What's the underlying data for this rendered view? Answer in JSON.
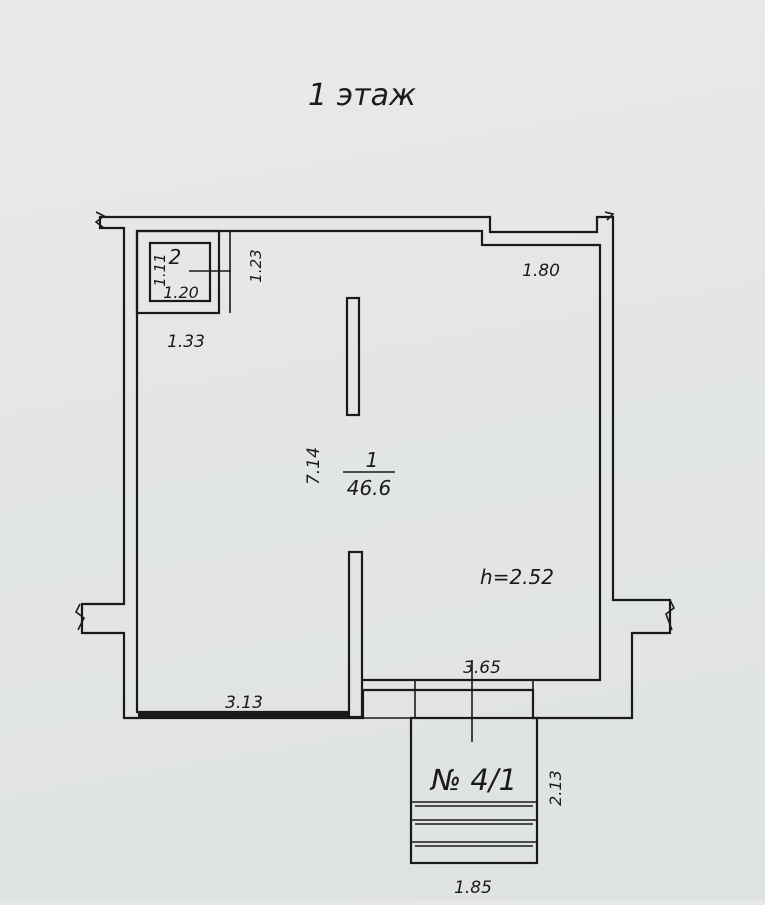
{
  "floor_title": "1 этаж",
  "rooms": [
    {
      "number": "1",
      "area": "46.6",
      "height": "h=2.52"
    },
    {
      "number": "2"
    }
  ],
  "dimensions": {
    "room2_height": "1.11",
    "room2_width": "1.20",
    "room2_side": "1.23",
    "corridor_width": "1.33",
    "top_right": "1.80",
    "main_height": "7.14",
    "bottom_left": "3.13",
    "bottom_right": "3.65",
    "porch_height": "2.13",
    "porch_width": "1.85"
  },
  "porch_label": "№ 4/1"
}
